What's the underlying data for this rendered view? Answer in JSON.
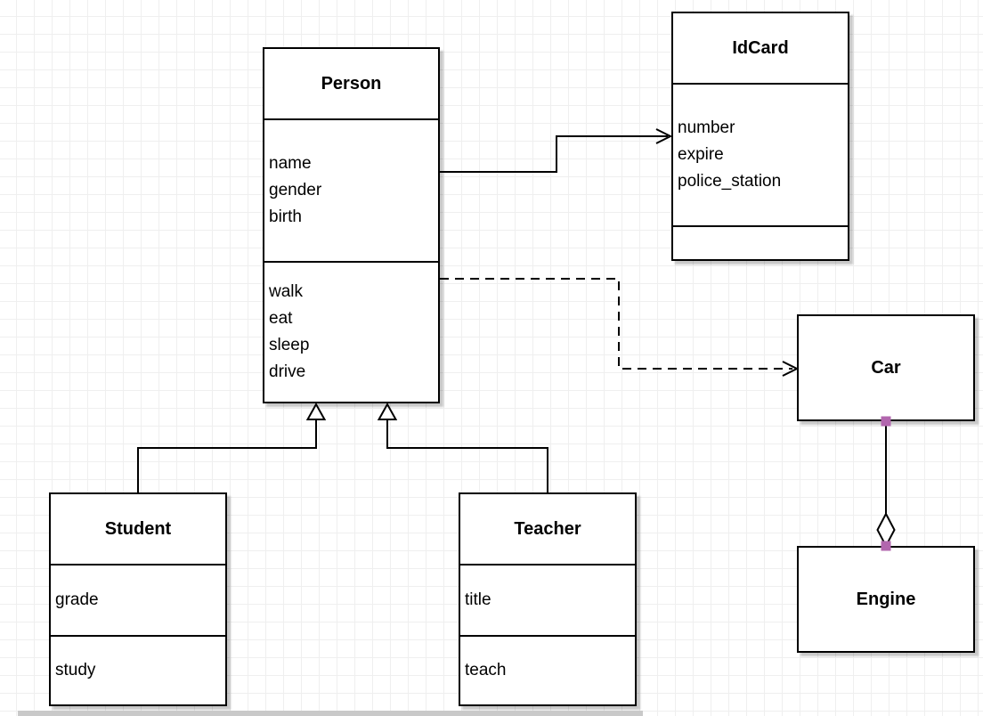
{
  "canvas": {
    "background": "#ffffff",
    "grid_color": "#efefef",
    "line_color": "#000000",
    "handle_color": "#b266ae",
    "shadow_color": "#c8c8c8"
  },
  "classes": [
    {
      "title": "Person",
      "attributes": [
        "name",
        "gender",
        "birth"
      ],
      "methods": [
        "walk",
        "eat",
        "sleep",
        "drive"
      ]
    },
    {
      "title": "IdCard",
      "attributes": [
        "number",
        "expire",
        "police_station"
      ],
      "methods": []
    },
    {
      "title": "Car",
      "attributes": [],
      "methods": []
    },
    {
      "title": "Engine",
      "attributes": [],
      "methods": []
    },
    {
      "title": "Student",
      "attributes": [
        "grade"
      ],
      "methods": [
        "study"
      ]
    },
    {
      "title": "Teacher",
      "attributes": [
        "title"
      ],
      "methods": [
        "teach"
      ]
    }
  ],
  "relationships": [
    {
      "type": "association",
      "from": "Person",
      "to": "IdCard",
      "line": "solid",
      "end": "open-arrow"
    },
    {
      "type": "dependency",
      "from": "Person",
      "to": "Car",
      "line": "dashed",
      "end": "open-arrow"
    },
    {
      "type": "generalization",
      "from": "Student",
      "to": "Person",
      "line": "solid",
      "end": "hollow-triangle"
    },
    {
      "type": "generalization",
      "from": "Teacher",
      "to": "Person",
      "line": "solid",
      "end": "hollow-triangle"
    },
    {
      "type": "aggregation",
      "from": "Engine",
      "to": "Car",
      "line": "solid",
      "end": "hollow-diamond"
    }
  ]
}
